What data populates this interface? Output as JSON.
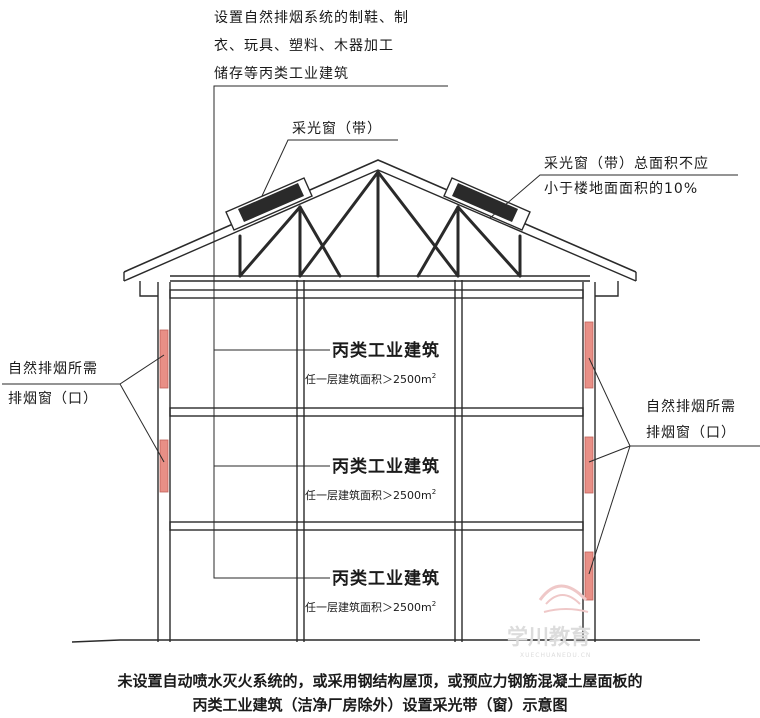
{
  "colors": {
    "line": "#2a2a2a",
    "window": "#e88f86",
    "background": "#ffffff",
    "watermark": "#d8d8d8"
  },
  "top_note": {
    "lines": [
      "设置自然排烟系统的制鞋、制",
      "衣、玩具、塑料、木器加工",
      "储存等丙类工业建筑"
    ]
  },
  "skylight_label": "采光窗（带）",
  "skylight_area_note": {
    "lines": [
      "采光窗（带）总面积不应",
      "小于楼地面面积的10%"
    ]
  },
  "left_window_label": {
    "lines": [
      "自然排烟所需",
      "排烟窗（口）"
    ]
  },
  "right_window_label": {
    "lines": [
      "自然排烟所需",
      "排烟窗（口）"
    ]
  },
  "floors": [
    {
      "title": "丙类工业建筑",
      "area_prefix": "任一层建筑面积＞2500m",
      "area_sup": "2"
    },
    {
      "title": "丙类工业建筑",
      "area_prefix": "任一层建筑面积＞2500m",
      "area_sup": "2"
    },
    {
      "title": "丙类工业建筑",
      "area_prefix": "任一层建筑面积＞2500m",
      "area_sup": "2"
    }
  ],
  "watermark": {
    "name": "学川教育",
    "url": "XUECHUANEDU.CN"
  },
  "caption": {
    "lines": [
      "未设置自动喷水灭火系统的，或采用钢结构屋顶，或预应力钢筋混凝土屋面板的",
      "丙类工业建筑（洁净厂房除外）设置采光带（窗）示意图"
    ]
  }
}
